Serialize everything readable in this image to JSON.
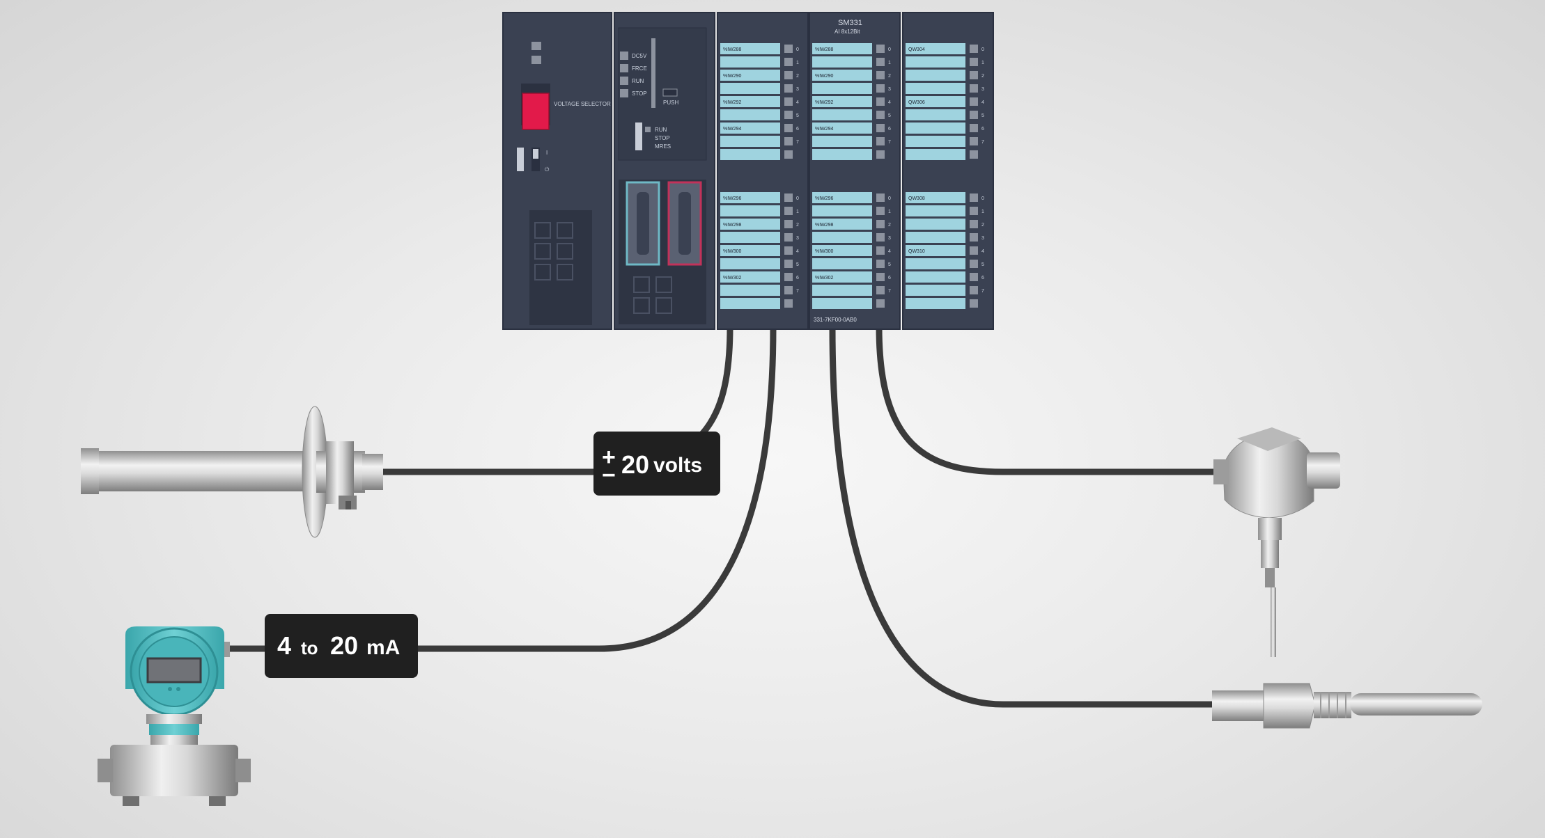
{
  "plc": {
    "psu": {
      "voltage_selector_label": "VOLTAGE SELECTOR",
      "switch_on": "I",
      "switch_power": "⏻"
    },
    "cpu": {
      "leds": [
        "DC5V",
        "FRCE",
        "RUN",
        "STOP"
      ],
      "push_label": "PUSH",
      "mode_labels": [
        "RUN",
        "STOP",
        "MRES"
      ]
    },
    "module1": {
      "labels": [
        "%IW288",
        "%IW290",
        "%IW292",
        "%IW294",
        "%IW296",
        "%IW298",
        "%IW300",
        "%IW302"
      ],
      "channel_numbers_top": [
        "0",
        "1",
        "2",
        "3",
        "4",
        "5",
        "6",
        "7"
      ],
      "channel_numbers_bottom": [
        "0",
        "1",
        "2",
        "3",
        "4",
        "5",
        "6",
        "7"
      ]
    },
    "module2": {
      "title": "SM331",
      "subtitle": "AI 8x12Bit",
      "labels": [
        "%IW288",
        "%IW290",
        "%IW292",
        "%IW294",
        "%IW296",
        "%IW298",
        "%IW300",
        "%IW302"
      ],
      "channel_numbers_top": [
        "0",
        "1",
        "2",
        "3",
        "4",
        "5",
        "6",
        "7"
      ],
      "channel_numbers_bottom": [
        "0",
        "1",
        "2",
        "3",
        "4",
        "5",
        "6",
        "7"
      ],
      "part_number": "331-7KF00-0AB0"
    },
    "module3": {
      "labels": [
        "QW304",
        "QW306",
        "QW308",
        "QW310"
      ],
      "channel_numbers_top": [
        "0",
        "1",
        "2",
        "3",
        "4",
        "5",
        "6",
        "7"
      ],
      "channel_numbers_bottom": [
        "0",
        "1",
        "2",
        "3",
        "4",
        "5",
        "6",
        "7"
      ]
    }
  },
  "badges": {
    "voltage": {
      "pm_top": "+",
      "pm_bottom": "−",
      "value": "20",
      "unit": "volts"
    },
    "current": {
      "from": "4",
      "to_word": "to",
      "to": "20",
      "unit": "mA"
    }
  },
  "colors": {
    "background": "#e6e6e6",
    "plc_body": "#3a4152",
    "terminal_strip": "#9fd3df",
    "led_grey": "#8d939f",
    "voltage_selector": "#e21a4a",
    "cable": "#3a3a3a",
    "badge": "#202020",
    "transmitter_teal": "#5fc3c7"
  }
}
